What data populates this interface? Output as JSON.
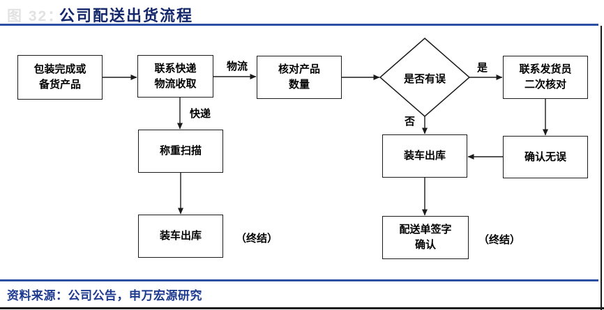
{
  "header": {
    "figure_label": "图 32：",
    "title": "公司配送出货流程"
  },
  "flowchart": {
    "nodes": {
      "package_ready": "包装完成或\n备货产品",
      "contact_courier": "联系快递\n物流收取",
      "verify_quantity": "核对产品\n数量",
      "error_check": "是否有误",
      "contact_shipper": "联系发货员\n二次核对",
      "weigh_scan": "称重扫描",
      "load_truck_main": "装车出库",
      "confirm_correct": "确认无误",
      "load_truck_express": "装车出库",
      "delivery_note_sign": "配送单签字\n确认"
    },
    "edge_labels": {
      "logistics": "物流",
      "express": "快递",
      "yes": "是",
      "no": "否"
    },
    "terminal_note": "（终结）"
  },
  "footer": {
    "source": "资料来源：公司公告，申万宏源研究"
  },
  "colors": {
    "title_navy": "#14276b",
    "rule_blue": "#2b4fa2",
    "source_navy": "#1d3a8f",
    "diagram_black": "#1b1b1b",
    "figure_label_gray": "#e2e2e2"
  }
}
